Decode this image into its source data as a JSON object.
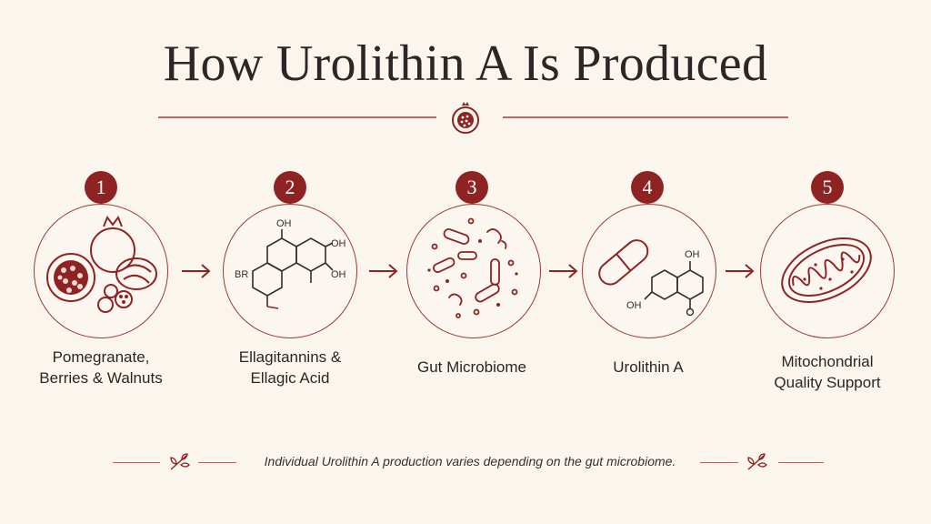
{
  "title": "How Urolithin A Is Produced",
  "steps": [
    {
      "number": "1",
      "label_line1": "Pomegranate,",
      "label_line2": "Berries & Walnuts"
    },
    {
      "number": "2",
      "label_line1": "Ellagitannins &",
      "label_line2": "Ellagic Acid"
    },
    {
      "number": "3",
      "label_line1": "Gut Microbiome",
      "label_line2": ""
    },
    {
      "number": "4",
      "label_line1": "Urolithin A",
      "label_line2": ""
    },
    {
      "number": "5",
      "label_line1": "Mitochondrial",
      "label_line2": "Quality Support"
    }
  ],
  "molecule_labels": {
    "ellagic": {
      "oh_top": "OH",
      "oh_right_1": "OH",
      "oh_right_2": "OH",
      "br": "BR"
    },
    "urolithin": {
      "oh_top": "OH",
      "oh_left": "OH"
    }
  },
  "footer_note": "Individual Urolithin A production varies depending on the gut microbiome.",
  "colors": {
    "accent": "#8e2323",
    "line": "#9b3a34",
    "background": "#faf6ee"
  },
  "icons": [
    "pomegranate-icon",
    "arrow-right-icon",
    "leaf-sprig-icon",
    "capsule-icon",
    "mitochondrion-icon"
  ]
}
